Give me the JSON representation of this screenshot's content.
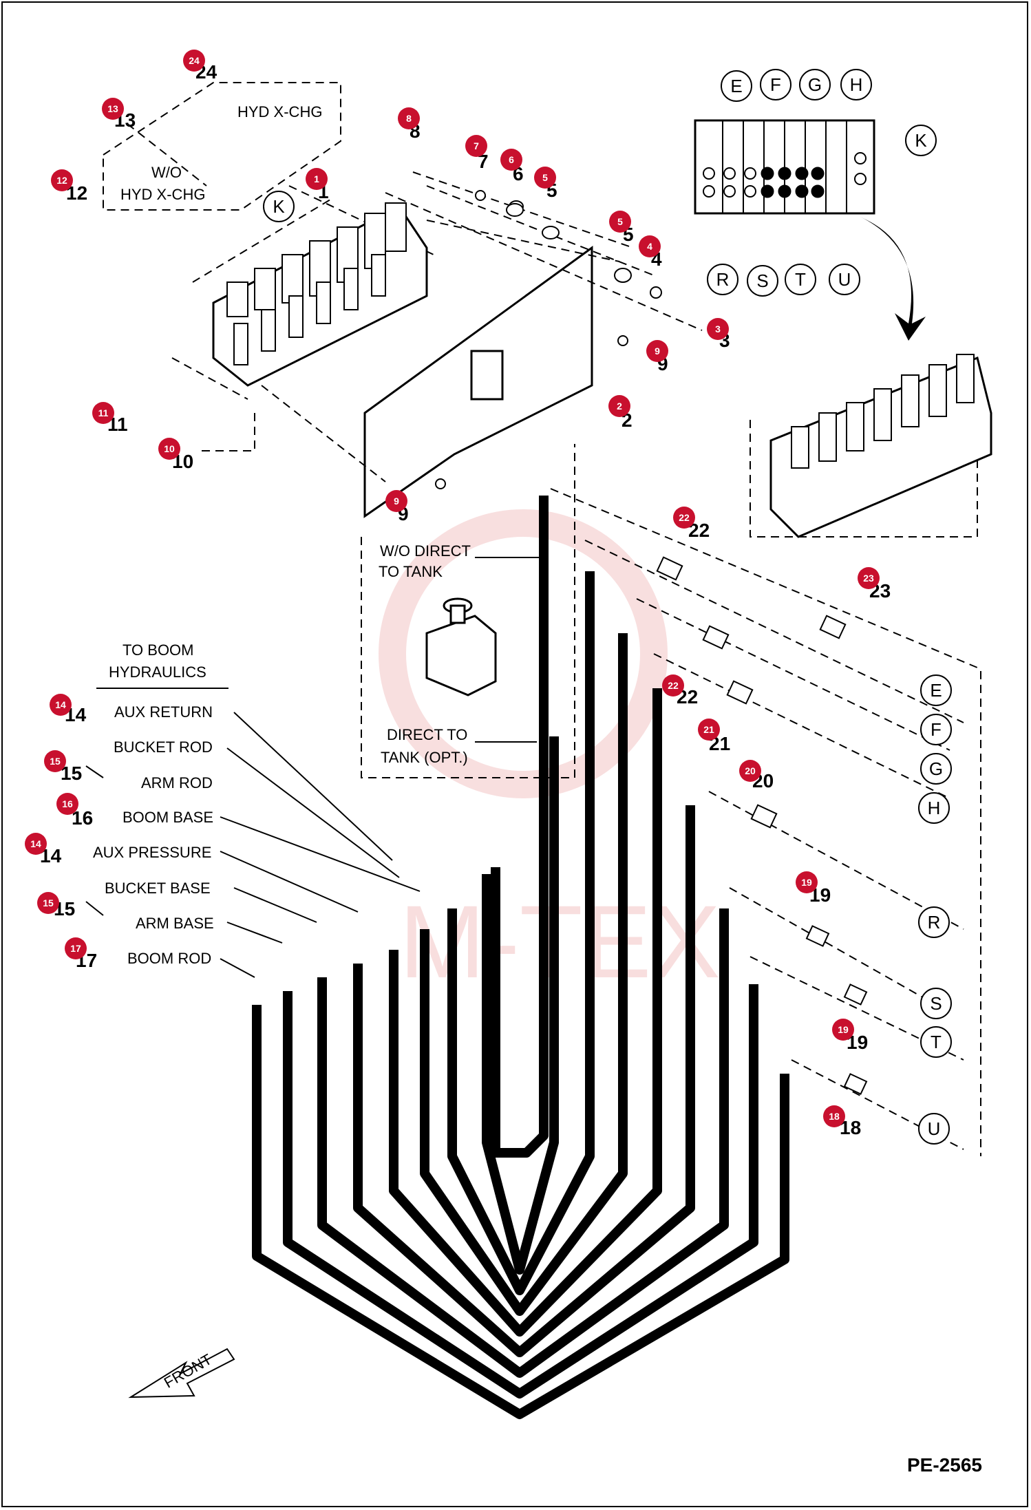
{
  "page_code": "PE-2565",
  "watermark": "M-TEX",
  "colors": {
    "badge": "#c8102e",
    "hose": "#000000",
    "watermark": "#f4c9c9"
  },
  "labels": {
    "hyd_xchg": "HYD X-CHG",
    "wo": "W/O",
    "wo_hyd_xchg": "HYD X-CHG",
    "wo_direct_1": "W/O DIRECT",
    "wo_direct_2": "TO TANK",
    "direct_tank_1": "DIRECT TO",
    "direct_tank_2": "TANK (OPT.)",
    "to_boom_1": "TO BOOM",
    "to_boom_2": "HYDRAULICS",
    "aux_return": "AUX RETURN",
    "bucket_rod": "BUCKET ROD",
    "arm_rod": "ARM ROD",
    "boom_base": "BOOM BASE",
    "aux_pressure": "AUX PRESSURE",
    "bucket_base": "BUCKET BASE",
    "arm_base": "ARM BASE",
    "boom_rod": "BOOM ROD",
    "front": "FRONT"
  },
  "callouts": {
    "c24": "24",
    "c13": "13",
    "c12": "12",
    "c8": "8",
    "c7": "7",
    "c6": "6",
    "c5a": "5",
    "c1": "1",
    "c5b": "5",
    "c4": "4",
    "c3": "3",
    "c9a": "9",
    "c2": "2",
    "c11": "11",
    "c10": "10",
    "c9b": "9",
    "c22a": "22",
    "c23": "23",
    "c22b": "22",
    "c21": "21",
    "c20": "20",
    "c19a": "19",
    "c19b": "19",
    "c18": "18",
    "c14a": "14",
    "c15a": "15",
    "c16": "16",
    "c14b": "14",
    "c15b": "15",
    "c17": "17"
  },
  "letters": {
    "E": "E",
    "F": "F",
    "G": "G",
    "H": "H",
    "K": "K",
    "R": "R",
    "S": "S",
    "T": "T",
    "U": "U"
  }
}
